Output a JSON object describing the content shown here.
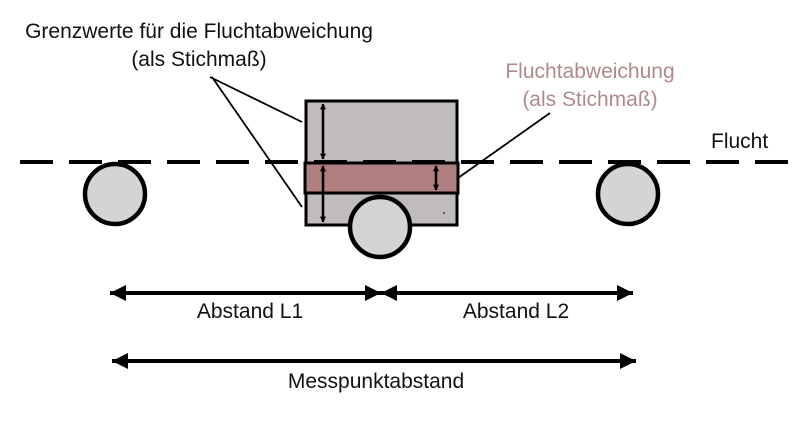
{
  "colors": {
    "stroke": "#000000",
    "box_fill": "#c0bcbb",
    "band_fill": "#b07f7f",
    "circle_fill": "#d6d3d3",
    "deviation_label": "#b08a8a",
    "text": "#111111"
  },
  "labels": {
    "limit_values_line1": "Grenzwerte für die Fluchtabweichung",
    "limit_values_line2": "(als Stichmaß)",
    "deviation_line1": "Fluchtabweichung",
    "deviation_line2": "(als Stichmaß)",
    "alignment": "Flucht",
    "distance_l1": "Abstand L1",
    "distance_l2": "Abstand L2",
    "measuring_point_distance": "Messpunktabstand"
  }
}
